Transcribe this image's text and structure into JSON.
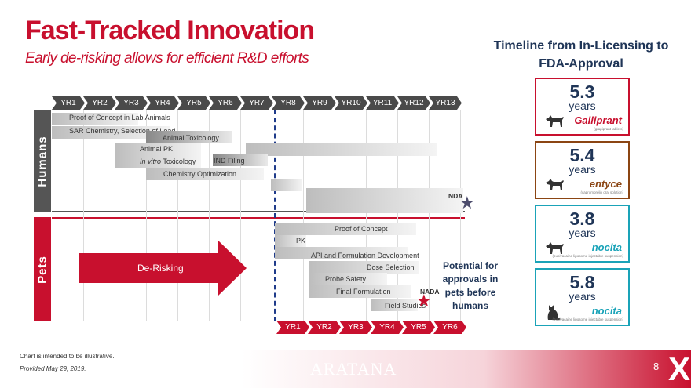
{
  "header": {
    "title": "Fast-Tracked Innovation",
    "subtitle": "Early de-risking allows for efficient R&D efforts"
  },
  "timeline_heading": "Timeline from In-Licensing to FDA-Approval",
  "years_top": [
    "YR1",
    "YR2",
    "YR3",
    "YR4",
    "YR5",
    "YR6",
    "YR7",
    "YR8",
    "YR9",
    "YR10",
    "YR11",
    "YR12",
    "YR13"
  ],
  "years_bottom": [
    "YR1",
    "YR2",
    "YR3",
    "YR4",
    "YR5",
    "YR6"
  ],
  "humans": {
    "label": "Humans",
    "tasks": [
      {
        "label": "Proof of Concept in Lab Animals"
      },
      {
        "label": "SAR Chemistry, Selection of Lead"
      },
      {
        "label": "Animal Toxicology"
      },
      {
        "label": "Animal PK"
      },
      {
        "label_italic": "In vitro",
        "label": " Toxicology"
      },
      {
        "label": "IND Filing"
      },
      {
        "label": "Chemistry Optimization"
      }
    ],
    "milestone": "NDA"
  },
  "pets": {
    "label": "Pets",
    "arrow_label": "De-Risking",
    "tasks": [
      {
        "label": "Proof of Concept"
      },
      {
        "label": "PK"
      },
      {
        "label": "API and Formulation Development"
      },
      {
        "label": "Dose Selection"
      },
      {
        "label": "Probe Safety"
      },
      {
        "label": "Final Formulation"
      },
      {
        "label": "Field Studies"
      }
    ],
    "milestone": "NADA",
    "potential_text": "Potential for approvals in pets before humans"
  },
  "products": [
    {
      "years": "5.3",
      "unit": "years",
      "brand": "Galliprant",
      "tagline": "(grapiprant tablets)",
      "animal": "dog-icon",
      "border": "#c8102e",
      "brand_color": "#c8102e"
    },
    {
      "years": "5.4",
      "unit": "years",
      "brand": "entyce",
      "tagline": "(capromorelin oral solution)",
      "animal": "dog-icon",
      "border": "#8b4513",
      "brand_color": "#8b4513"
    },
    {
      "years": "3.8",
      "unit": "years",
      "brand": "nocita",
      "tagline": "(bupivacaine liposome injectable suspension)",
      "animal": "dog-icon",
      "border": "#1aa3b8",
      "brand_color": "#1aa3b8"
    },
    {
      "years": "5.8",
      "unit": "years",
      "brand": "nocita",
      "tagline": "(bupivacaine liposome injectable suspension)",
      "animal": "cat-icon",
      "border": "#1aa3b8",
      "brand_color": "#1aa3b8"
    }
  ],
  "footer": {
    "note": "Chart is intended to be illustrative.",
    "date": "Provided May 29, 2019.",
    "logo": "ARATANA",
    "page_number": "8"
  }
}
